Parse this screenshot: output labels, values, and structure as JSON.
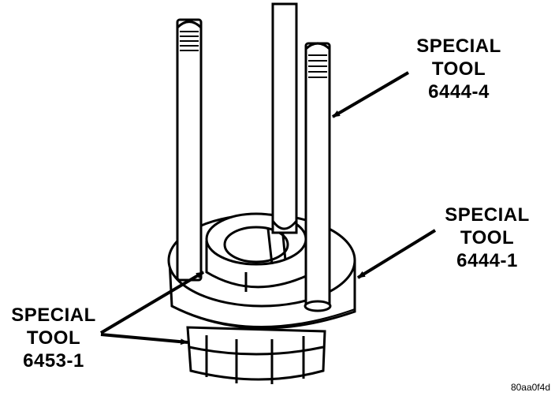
{
  "callouts": {
    "tool_6444_4": {
      "line1": "SPECIAL",
      "line2": "TOOL",
      "line3": "6444-4"
    },
    "tool_6444_1": {
      "line1": "SPECIAL",
      "line2": "TOOL",
      "line3": "6444-1"
    },
    "tool_6453_1": {
      "line1": "SPECIAL",
      "line2": "TOOL",
      "line3": "6453-1"
    }
  },
  "figure_code": "80aa0f4d",
  "colors": {
    "ink": "#000000",
    "paper": "#ffffff"
  }
}
